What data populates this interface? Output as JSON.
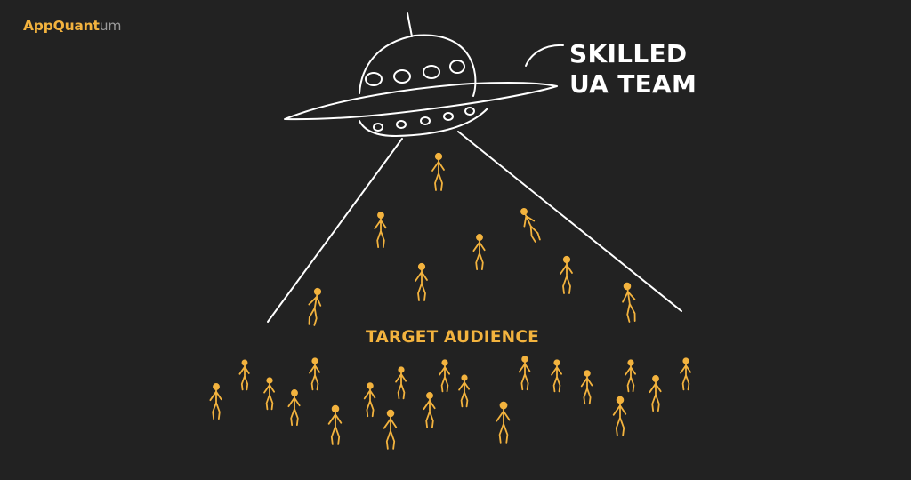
{
  "brand": {
    "app": "App",
    "quant": "Quant",
    "um": "um",
    "colors": {
      "accent": "#f3b33e",
      "muted": "#9a9a9a",
      "background": "#222222",
      "line": "#ffffff"
    }
  },
  "caption": {
    "line1": "SKILLED",
    "line2": "UA TEAM"
  },
  "audience": {
    "label": "TARGET AUDIENCE"
  },
  "icons": {
    "ship": "ufo-icon",
    "person": "stick-figure-icon"
  }
}
